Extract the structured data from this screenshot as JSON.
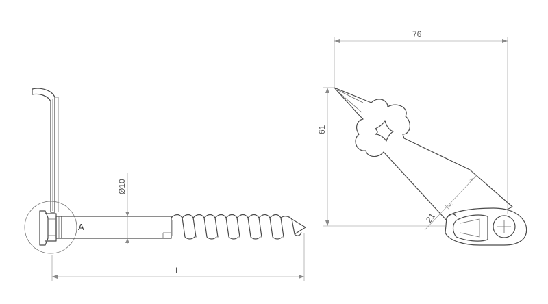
{
  "dimensions": {
    "overall_length": "L",
    "diameter": "Ø10",
    "width": "76",
    "height": "61",
    "eye_offset": "21"
  },
  "labels": {
    "detail_a": "A"
  }
}
